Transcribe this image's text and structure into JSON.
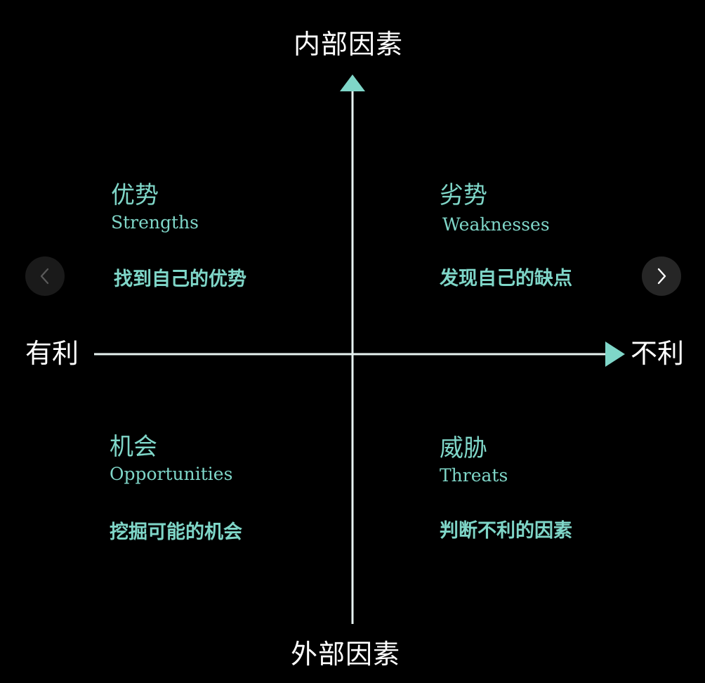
{
  "axes": {
    "top": "内部因素",
    "bottom": "外部因素",
    "left": "有利",
    "right": "不利",
    "color": "#7fd6c8"
  },
  "quadrants": {
    "top_left": {
      "title_cn": "优势",
      "title_en": "Strengths",
      "description": "找到自己的优势"
    },
    "top_right": {
      "title_cn": "劣势",
      "title_en": "Weaknesses",
      "description": "发现自己的缺点"
    },
    "bottom_left": {
      "title_cn": "机会",
      "title_en": "Opportunities",
      "description": "挖掘可能的机会"
    },
    "bottom_right": {
      "title_cn": "威胁",
      "title_en": "Threats",
      "description": "判断不利的因素"
    }
  },
  "navigation": {
    "prev_icon": "chevron-left-icon",
    "next_icon": "chevron-right-icon"
  },
  "colors": {
    "background": "#000000",
    "accent": "#7fd6c8",
    "label": "#ffffff"
  }
}
